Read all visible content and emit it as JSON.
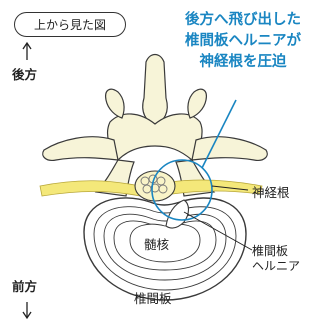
{
  "view_label": "上から見た図",
  "callout": {
    "lines": [
      "後方へ飛び出した",
      "椎間板ヘルニアが",
      "神経根を圧迫"
    ],
    "color": "#1a86c2"
  },
  "direction": {
    "back": "後方",
    "front": "前方"
  },
  "labels": {
    "nerve_root": "神経根",
    "nucleus": "髄核",
    "disc": "椎間板",
    "hernia_line1": "椎間板",
    "hernia_line2": "ヘルニア"
  },
  "colors": {
    "bone_fill": "#f7f4d8",
    "nerve_fill": "#f4e87a",
    "outline": "#3a3a3a",
    "callout": "#1a86c2"
  }
}
